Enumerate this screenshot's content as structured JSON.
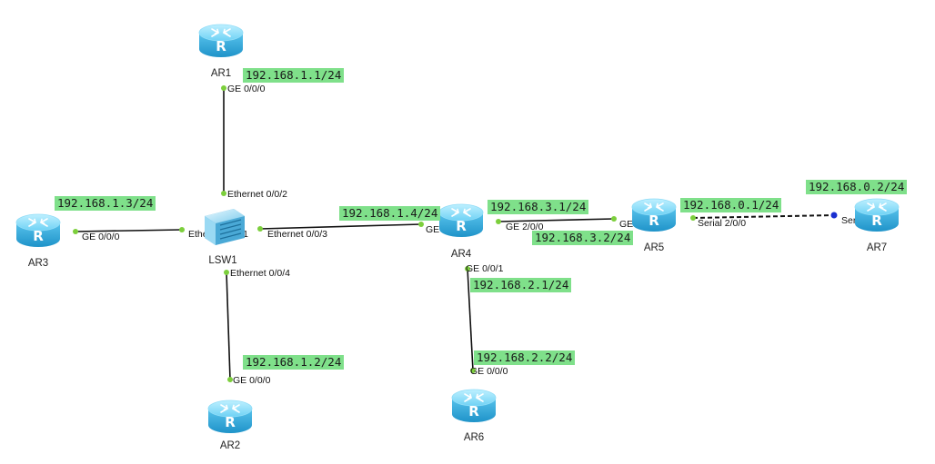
{
  "colors": {
    "link": "#111111",
    "port_dot": "#7ccf3c",
    "serial_dot": "#1a2fd0",
    "ip_bg": "#7fe08a",
    "router_body": "#5cc6ef"
  },
  "devices": [
    {
      "id": "AR1",
      "type": "router",
      "icon": "router-icon"
    },
    {
      "id": "AR2",
      "type": "router",
      "icon": "router-icon"
    },
    {
      "id": "AR3",
      "type": "router",
      "icon": "router-icon"
    },
    {
      "id": "AR4",
      "type": "router",
      "icon": "router-icon"
    },
    {
      "id": "AR5",
      "type": "router",
      "icon": "router-icon"
    },
    {
      "id": "AR6",
      "type": "router",
      "icon": "router-icon"
    },
    {
      "id": "AR7",
      "type": "router",
      "icon": "router-icon"
    },
    {
      "id": "LSW1",
      "type": "switch",
      "icon": "switch-icon"
    }
  ],
  "links": [
    {
      "a": "AR1",
      "b": "LSW1",
      "style": "solid"
    },
    {
      "a": "AR3",
      "b": "LSW1",
      "style": "solid"
    },
    {
      "a": "LSW1",
      "b": "AR2",
      "style": "solid"
    },
    {
      "a": "LSW1",
      "b": "AR4",
      "style": "solid"
    },
    {
      "a": "AR4",
      "b": "AR5",
      "style": "solid"
    },
    {
      "a": "AR4",
      "b": "AR6",
      "style": "solid"
    },
    {
      "a": "AR5",
      "b": "AR7",
      "style": "dashed"
    }
  ],
  "ports": [
    {
      "device": "AR1",
      "name": "GE 0/0/0"
    },
    {
      "device": "LSW1",
      "name": "Ethernet 0/0/2"
    },
    {
      "device": "AR3",
      "name": "GE 0/0/0"
    },
    {
      "device": "LSW1",
      "name": "Ethernet 0/0/1"
    },
    {
      "device": "LSW1",
      "name": "Ethernet 0/0/3"
    },
    {
      "device": "LSW1",
      "name": "Ethernet 0/0/4"
    },
    {
      "device": "AR2",
      "name": "GE 0/0/0"
    },
    {
      "device": "AR4",
      "name": "GE 0/0/0"
    },
    {
      "device": "AR4",
      "name": "GE 2/0/0"
    },
    {
      "device": "AR4",
      "name": "GE 0/0/1"
    },
    {
      "device": "AR5",
      "name": "GE 0/0/0"
    },
    {
      "device": "AR5",
      "name": "Serial 2/0/0"
    },
    {
      "device": "AR6",
      "name": "GE 0/0/0"
    },
    {
      "device": "AR7",
      "name": "Serial 2/0/0"
    }
  ],
  "ip_labels": [
    {
      "device": "AR1",
      "text": "192.168.1.1/24"
    },
    {
      "device": "AR3",
      "text": "192.168.1.3/24"
    },
    {
      "device": "AR2",
      "text": "192.168.1.2/24"
    },
    {
      "device": "AR4",
      "text": "192.168.1.4/24"
    },
    {
      "device": "AR4",
      "text": "192.168.3.1/24"
    },
    {
      "device": "AR5",
      "text": "192.168.3.2/24"
    },
    {
      "device": "AR4",
      "text": "192.168.2.1/24"
    },
    {
      "device": "AR6",
      "text": "192.168.2.2/24"
    },
    {
      "device": "AR5",
      "text": "192.168.0.1/24"
    },
    {
      "device": "AR7",
      "text": "192.168.0.2/24"
    }
  ]
}
